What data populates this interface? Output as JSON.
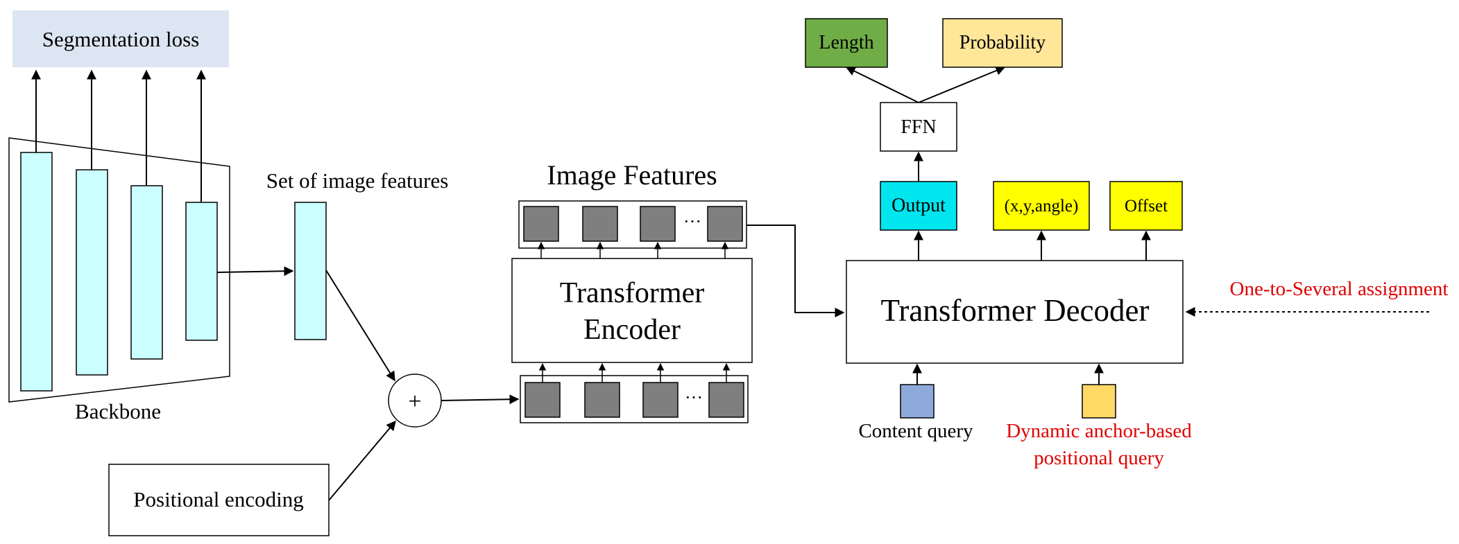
{
  "labels": {
    "segmentation_loss": "Segmentation loss",
    "backbone": "Backbone",
    "set_of_image_features": "Set of image features",
    "positional_encoding": "Positional encoding",
    "plus_symbol": "+",
    "image_features": "Image Features",
    "encoder_line1": "Transformer",
    "encoder_line2": "Encoder",
    "ellipsis_top": "···",
    "ellipsis_bottom": "···",
    "decoder": "Transformer Decoder",
    "output": "Output",
    "xy_angle": "(x,y,angle)",
    "offset": "Offset",
    "ffn": "FFN",
    "length": "Length",
    "probability": "Probability",
    "content_query": "Content query",
    "dynamic_query_line1": "Dynamic anchor-based",
    "dynamic_query_line2": "positional query",
    "assignment": "One-to-Several assignment"
  },
  "colors": {
    "loss_box": "#dce6f2",
    "backbone_bars": "#ccffff",
    "feature_squares": "#7f7f7f",
    "output_box": "#00e5ee",
    "yellow_boxes": "#ffff00",
    "length_box": "#70ad47",
    "probability_box": "#ffe699",
    "content_query": "#8eaadb",
    "positional_query": "#ffd966",
    "red_text": "#e00000"
  }
}
